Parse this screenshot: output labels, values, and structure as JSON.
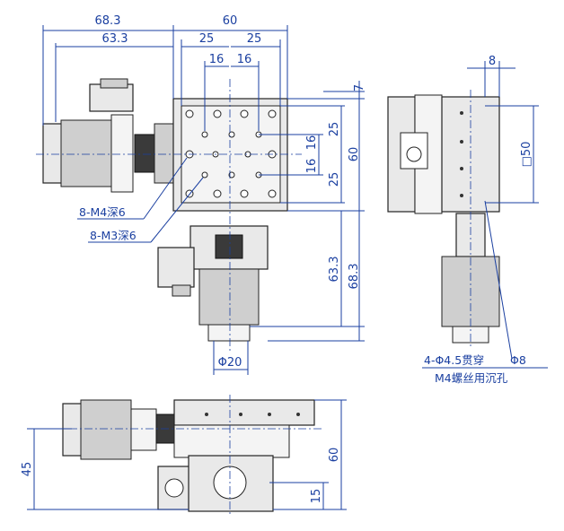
{
  "drawing": {
    "dimensions": {
      "top_overall_width": "68.3",
      "top_motor_offset": "63.3",
      "top_table_width": "60",
      "top_hole_span_left": "25",
      "top_hole_span_right": "25",
      "top_inner_left": "16",
      "top_inner_right": "16",
      "right_edge_offset": "7",
      "right_span_upper": "25",
      "right_inner_upper": "16",
      "right_inner_lower": "16",
      "right_span_lower": "25",
      "right_table_height": "60",
      "lower_motor_offset": "63.3",
      "lower_overall": "68.3",
      "shaft_diameter": "Φ20",
      "side_top": "8",
      "side_square": "□50",
      "bottom_height": "45",
      "bottom_table_height": "60",
      "bottom_center_height": "15"
    },
    "callouts": {
      "m4_holes": "8-M4深6",
      "m3_holes": "8-M3深6",
      "through_holes": "4-Φ4.5贯穿",
      "counterbore": "Φ8",
      "counterbore_note": "M4螺丝用沉孔"
    },
    "colors": {
      "dimension": "#1a3fa0",
      "part_outline": "#222222",
      "part_fill": "#e9e9e9"
    }
  }
}
